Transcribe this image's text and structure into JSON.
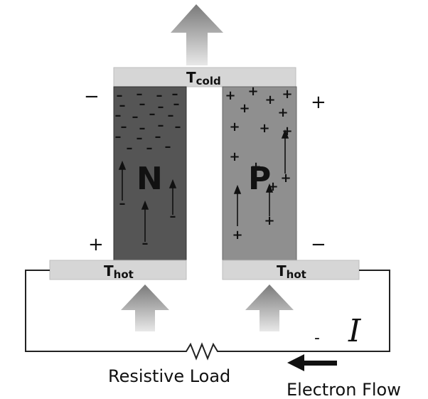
{
  "labels": {
    "t_cold_main": "T",
    "t_cold_sub": "cold",
    "t_hot_main": "T",
    "t_hot_sub": "hot",
    "n_type": "N",
    "p_type": "P",
    "resistive_load": "Resistive Load",
    "electron_flow": "Electron Flow",
    "current_symbol": "I",
    "current_sign": "-"
  },
  "polarity": {
    "n_top": "−",
    "n_bottom": "+",
    "p_top": "+",
    "p_bottom": "−"
  },
  "carriers": {
    "n_symbol": "–",
    "p_symbol": "+"
  },
  "colors": {
    "n_block": "#555555",
    "p_block": "#8f8f8f",
    "plate": "#d6d6d6",
    "heat_arrow": "#8a8a8a",
    "wire": "#222222"
  }
}
